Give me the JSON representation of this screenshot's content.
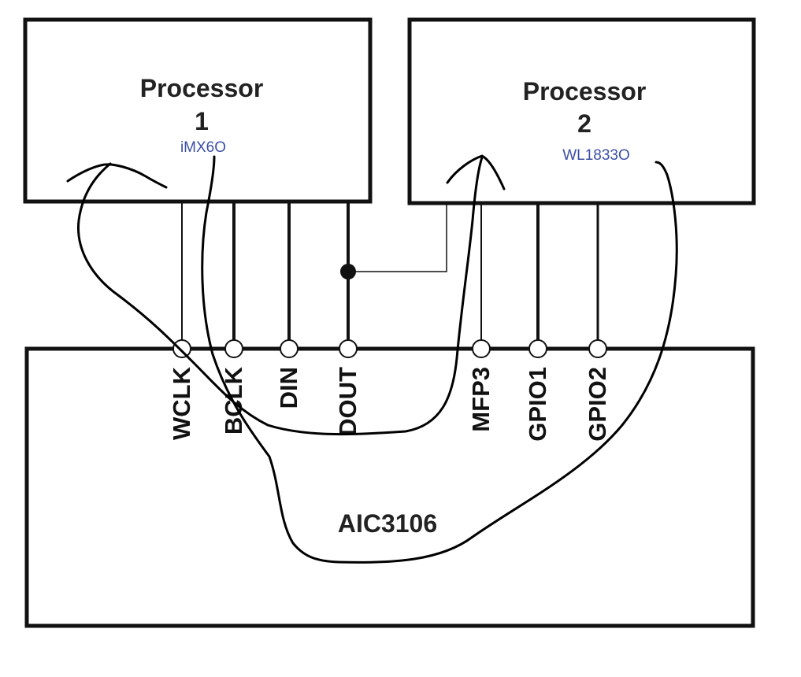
{
  "processor1": {
    "title": "Processor",
    "number": "1",
    "subtitle": "iMX6O"
  },
  "processor2": {
    "title": "Processor",
    "number": "2",
    "subtitle": "WL1833O"
  },
  "codec": {
    "name": "AIC3106",
    "pins": [
      "WCLK",
      "BCLK",
      "DIN",
      "DOUT",
      "MFP3",
      "GPIO1",
      "GPIO2"
    ]
  },
  "colors": {
    "line": "#111111",
    "subtitle": "#3c4fa6",
    "text": "#222222"
  }
}
